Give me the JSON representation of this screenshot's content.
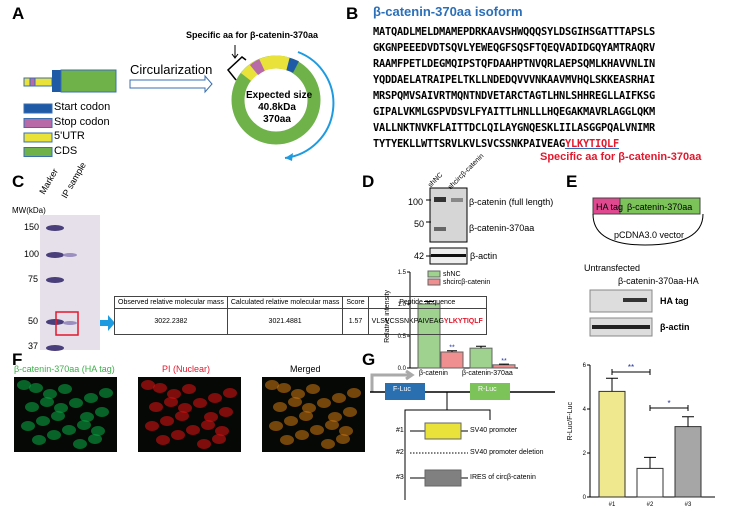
{
  "panels": {
    "a": "A",
    "b": "B",
    "c": "C",
    "d": "D",
    "e": "E",
    "f": "F",
    "g": "G"
  },
  "panel_a": {
    "circularization": "Circularization",
    "specific_aa": "Specific aa for β-catenin-370aa",
    "expected": [
      "Expected size",
      "40.8kDa",
      "370aa"
    ],
    "legend": [
      {
        "label": "Start codon",
        "color": "#1f5aa6"
      },
      {
        "label": "Stop codon",
        "color": "#b86aa8"
      },
      {
        "label": "5'UTR",
        "color": "#e8e23a"
      },
      {
        "label": "CDS",
        "color": "#6fb24a"
      }
    ]
  },
  "panel_b": {
    "title": "β-catenin-370aa isoform",
    "sequence": [
      "MATQADLMELDMAMEPDRKAAVSHWQQQSYLDSGIHSGATTTAPSLS",
      "GKGNPEEEDVDTSQVLYEWEQGFSQSFTQEQVADIDGQYAMTRAQRV",
      "RAAMFPETLDEGMQIPSTQFDAAHPTNVQRLAEPSQMLKHAVVNLIN",
      "YQDDAELATRAIPELTKLLNDEDQVVVNKAAVMVHQLSKKEASRHAI",
      "MRSPQMVSAIVRTMQNTNDVETARCTAGTLHNLSHHREGLLAIFKSG",
      "GIPALVKMLGSPVDSVLFYAITTLHNLLLHQEGAKMAVRLAGGLQKM",
      "VALLNKTNVKFLAITTDCLQILAYGNQESKLIILASGGPQALVNIMR",
      "TYTYEKLLWTTSRVLKVLSVCSSNKPAIVEAG"
    ],
    "specific_seq": "YLKYTIQLF",
    "specific_label": "Specific aa for β-catenin-370aa"
  },
  "panel_c": {
    "mw_label": "MW(kDa)",
    "lanes": [
      "Marker",
      "IP sample"
    ],
    "mw": [
      "150",
      "100",
      "75",
      "50",
      "37"
    ],
    "table": {
      "headers": [
        "Observed relative molecular mass",
        "Calculated relative molecular mass",
        "Score",
        "Peptide sequence"
      ],
      "row": {
        "observed": "3022.2382",
        "calculated": "3021.4881",
        "score": "1.57",
        "peptide_black": "VLSVCSSNKPAIVEAG",
        "peptide_red": "YLKYTIQLF"
      }
    }
  },
  "panel_d": {
    "lanes": [
      "shNC",
      "shcircβ-catenin"
    ],
    "markers": [
      "100",
      "50",
      "42"
    ],
    "bands": [
      "β-catenin (full length)",
      "β-catenin-370aa",
      "β-actin"
    ],
    "chart_data": {
      "type": "bar",
      "ylabel": "Relative intensity",
      "ylim": [
        0,
        1.5
      ],
      "yticks": [
        "0.0",
        "0.5",
        "1.0",
        "1.5"
      ],
      "categories": [
        "β-catenin",
        "β-catenin-370aa"
      ],
      "series": [
        {
          "name": "shNC",
          "color": "#9fd18f",
          "values": [
            1.0,
            0.31
          ],
          "errors": [
            0.04,
            0.03
          ]
        },
        {
          "name": "shcircβ-catenin",
          "color": "#ef8f8f",
          "values": [
            0.25,
            0.05
          ],
          "errors": [
            0.02,
            0.01
          ]
        }
      ],
      "annotations": [
        "**",
        "**"
      ]
    }
  },
  "panel_e": {
    "ha_tag": "HA tag",
    "insert": "β-catenin-370aa",
    "vector": "pCDNA3.0 vector",
    "lanes": [
      "Untransfected",
      "β-catenin-370aa-HA"
    ],
    "bands": [
      "HA tag",
      "β-actin"
    ]
  },
  "panel_f": {
    "labels": [
      "β-catenin-370aa (HA tag)",
      "PI (Nuclear)",
      "Merged"
    ]
  },
  "panel_g": {
    "f_luc": "F-Luc",
    "r_luc": "R-Luc",
    "constructs": [
      {
        "id": "#1",
        "label": "SV40 promoter"
      },
      {
        "id": "#2",
        "label": "SV40 promoter deletion"
      },
      {
        "id": "#3",
        "label": "IRES of circβ-catenin"
      }
    ],
    "chart_data": {
      "type": "bar",
      "ylabel": "R-Luc/F-Luc",
      "ylim": [
        0,
        6
      ],
      "yticks": [
        "0",
        "2",
        "4",
        "6"
      ],
      "categories": [
        "#1",
        "#2",
        "#3"
      ],
      "values": [
        4.8,
        1.3,
        3.2
      ],
      "errors": [
        0.6,
        0.5,
        0.45
      ],
      "colors": [
        "#efe88f",
        "#ffffff",
        "#a6a6a6"
      ],
      "annotations": [
        {
          "between": [
            "#1",
            "#2"
          ],
          "label": "**"
        },
        {
          "between": [
            "#2",
            "#3"
          ],
          "label": "*"
        }
      ]
    }
  }
}
